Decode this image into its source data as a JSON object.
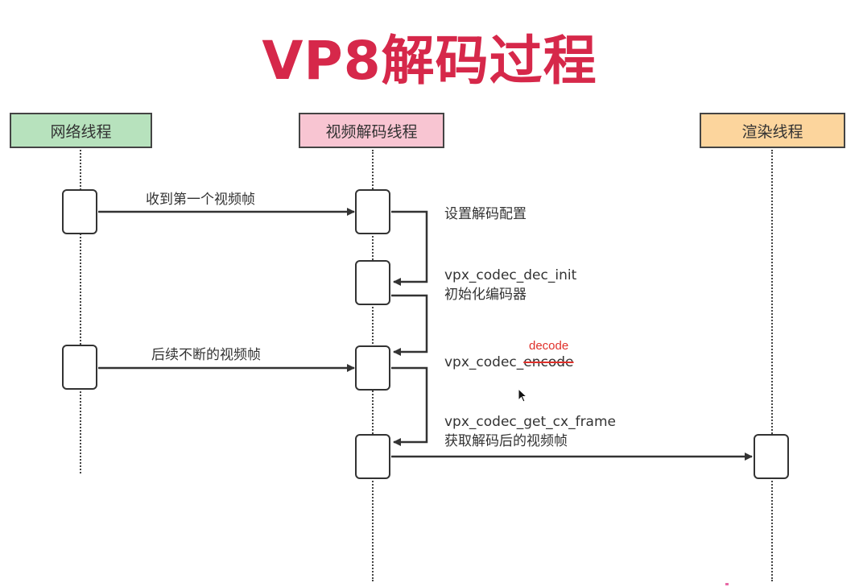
{
  "title": "VP8解码过程",
  "lanes": [
    {
      "label": "网络线程",
      "color": "#b7e2bd"
    },
    {
      "label": "视频解码线程",
      "color": "#f8c5d2"
    },
    {
      "label": "渲染线程",
      "color": "#fcd59d"
    }
  ],
  "messages": {
    "m1": "收到第一个视频帧",
    "m2": "后续不断的视频帧"
  },
  "steps": {
    "s1": "设置解码配置",
    "s2_line1": "vpx_codec_dec_init",
    "s2_line2": "初始化编码器",
    "s3_prefix": "vpx_codec_",
    "s3_struck": "encode",
    "s3_correction": "decode",
    "s4_line1": "vpx_codec_get_cx_frame",
    "s4_line2": "获取解码后的视频帧"
  },
  "colors": {
    "title": "#d6284a",
    "annotation": "#e0302a"
  }
}
